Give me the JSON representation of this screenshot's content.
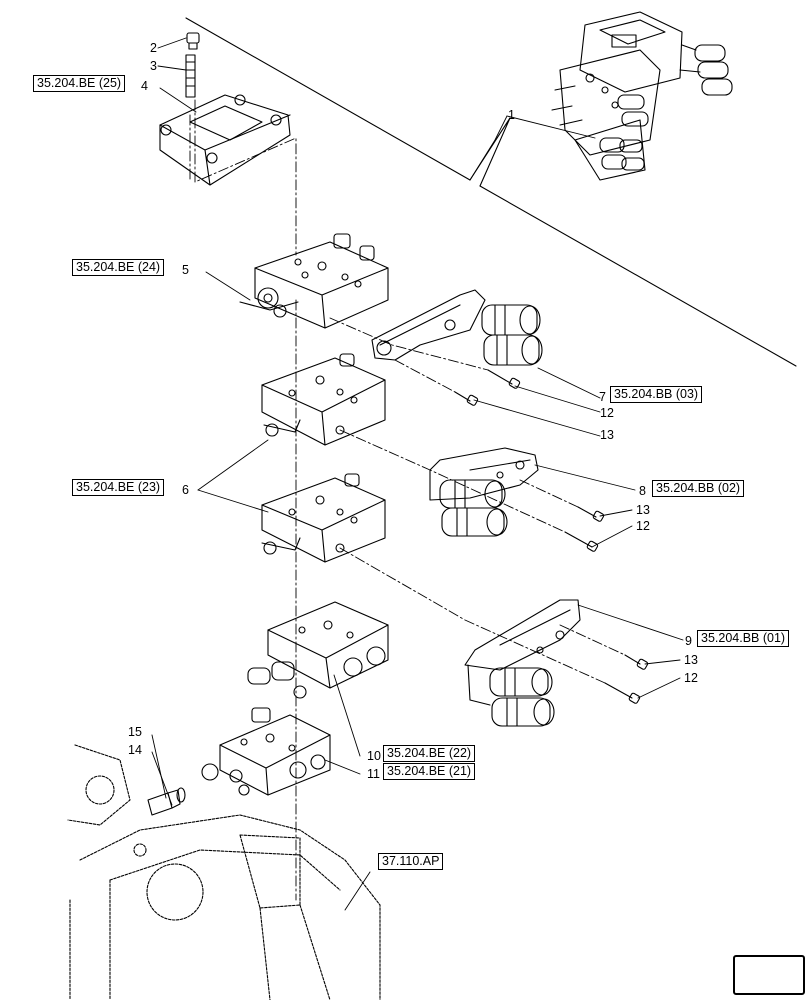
{
  "diagram": {
    "callouts": [
      "1",
      "2",
      "3",
      "4",
      "5",
      "6",
      "7",
      "8",
      "9",
      "10",
      "11",
      "12",
      "12",
      "12",
      "13",
      "13",
      "13",
      "14",
      "15"
    ],
    "references": {
      "ref_25": "35.204.BE (25)",
      "ref_24": "35.204.BE (24)",
      "ref_23": "35.204.BE (23)",
      "ref_22": "35.204.BE (22)",
      "ref_21": "35.204.BE (21)",
      "ref_bb03": "35.204.BB (03)",
      "ref_bb02": "35.204.BB (02)",
      "ref_bb01": "35.204.BB (01)",
      "ref_ap": "37.110.AP"
    }
  },
  "navigation": {
    "icon": "next-page-arrow-icon"
  }
}
